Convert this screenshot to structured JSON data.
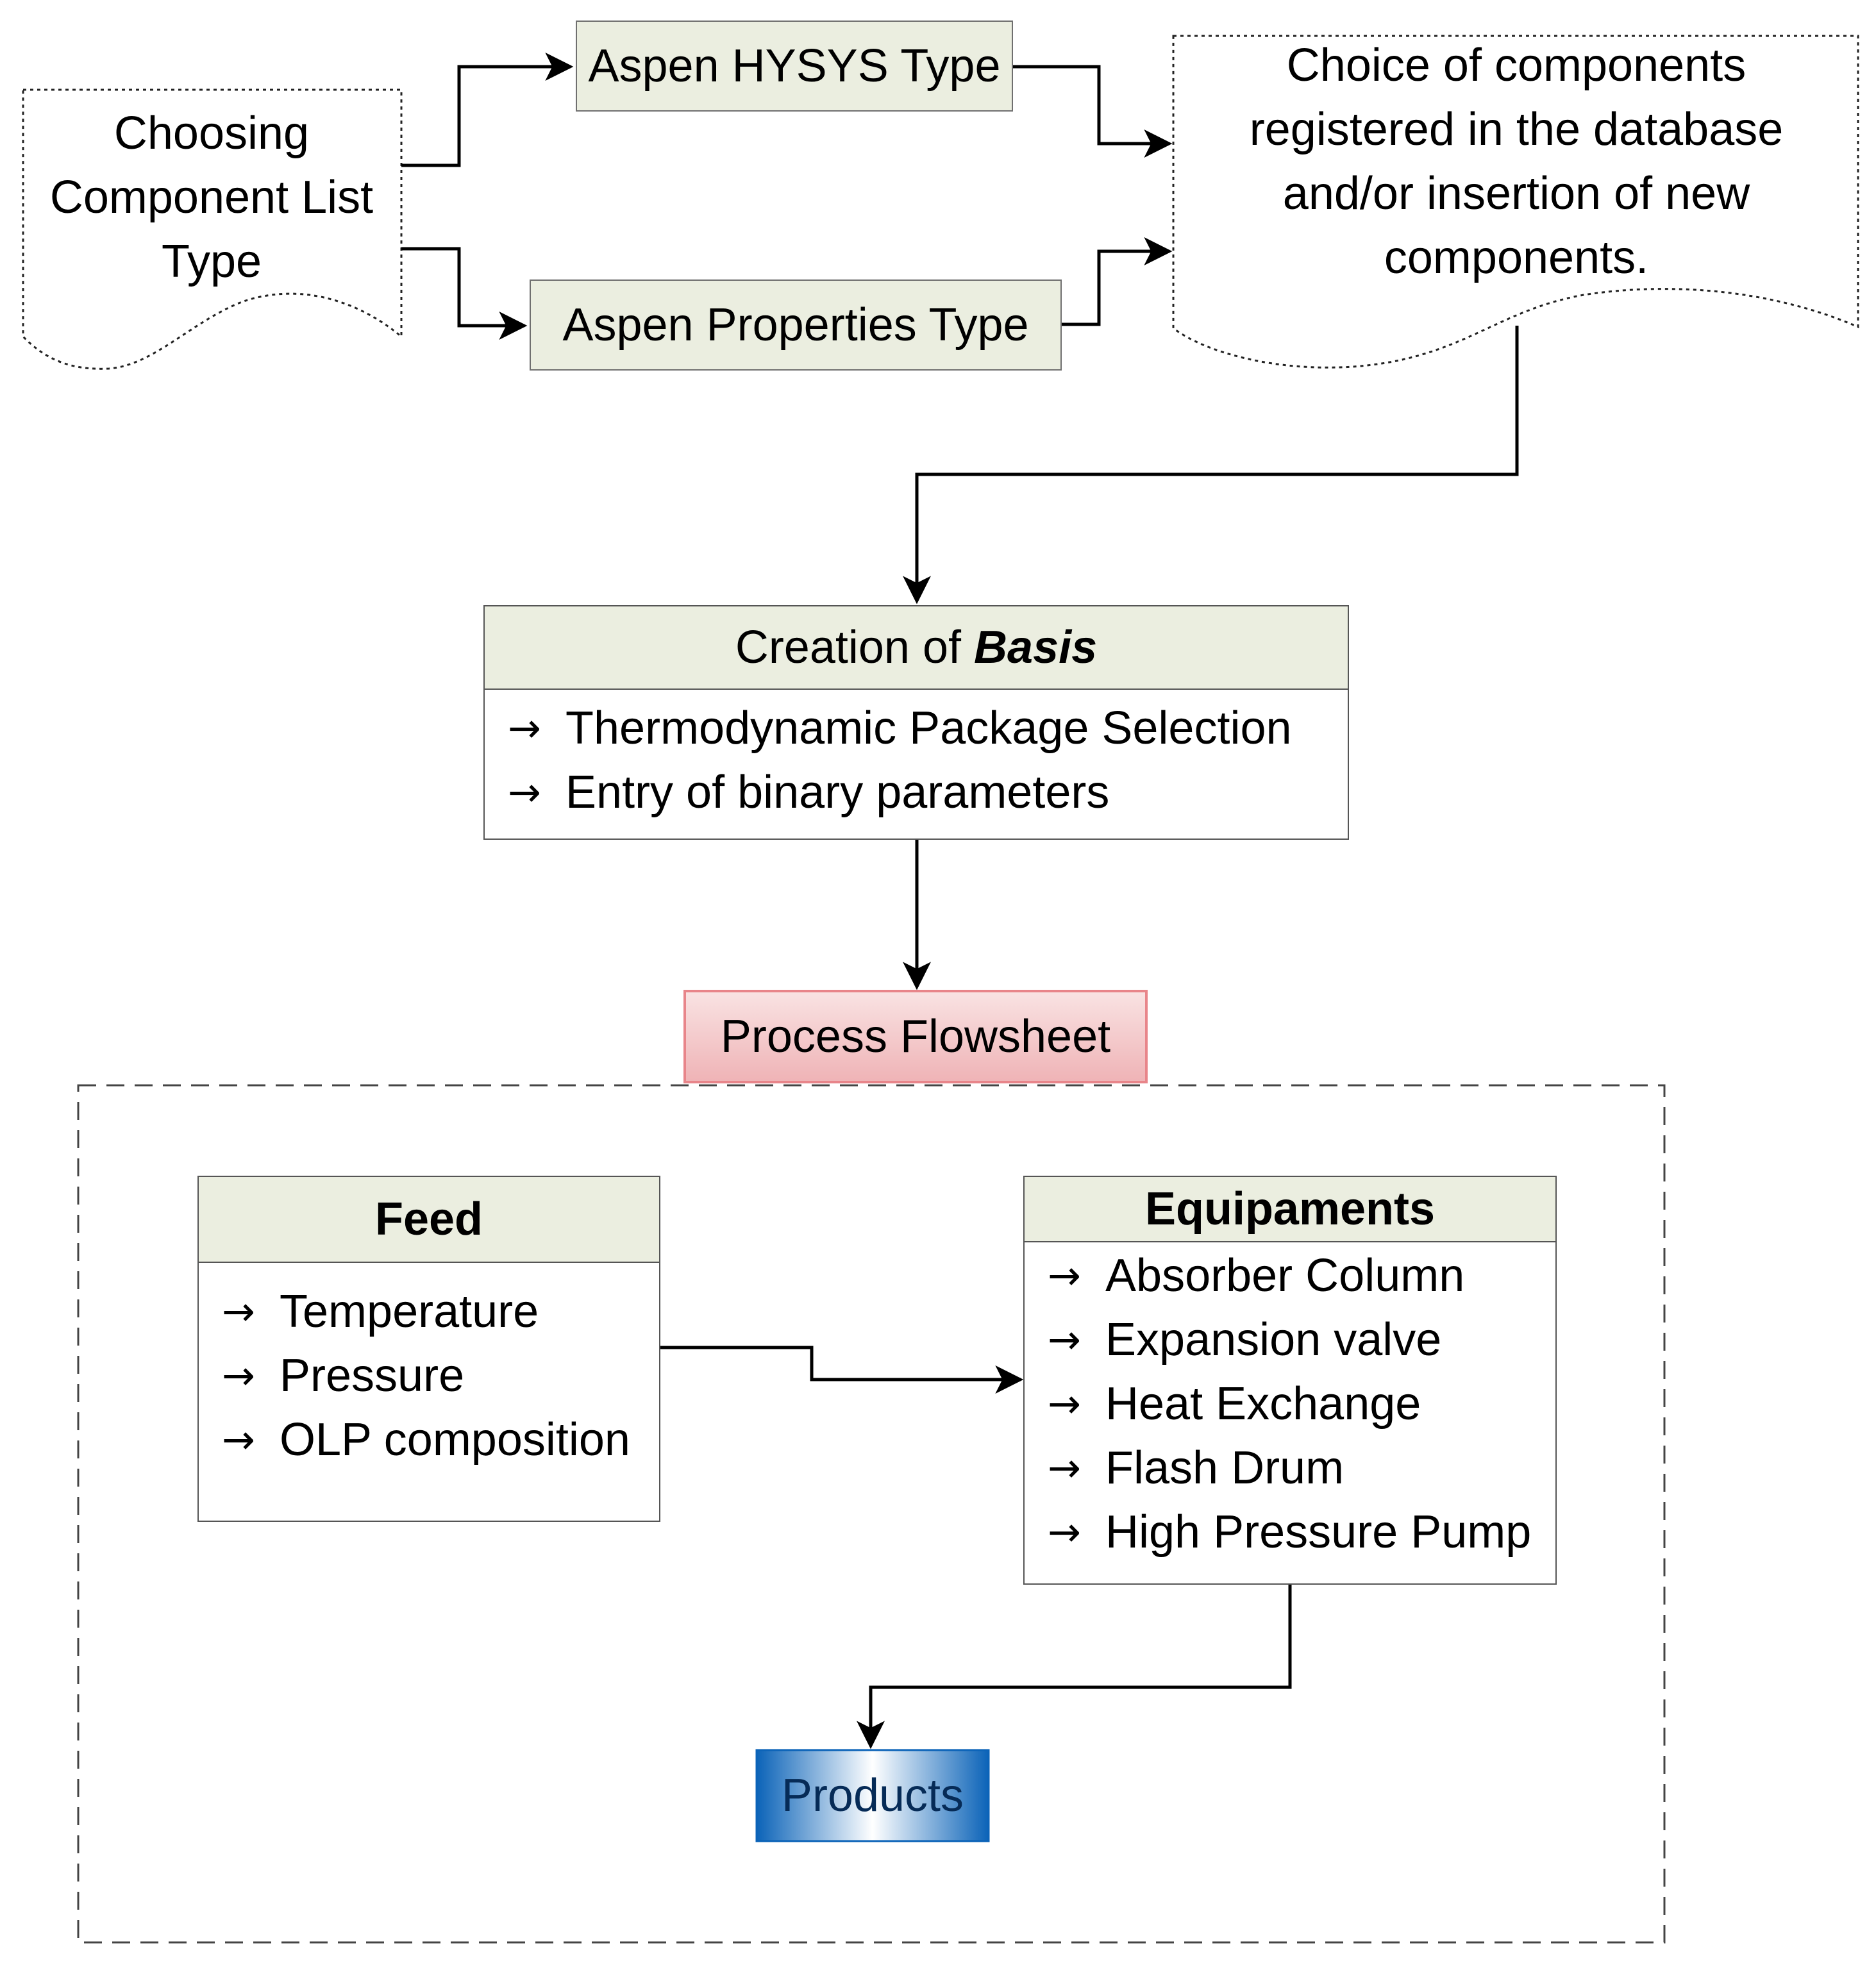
{
  "diagram": {
    "start": {
      "lines": [
        "Choosing",
        "Component List",
        "Type"
      ]
    },
    "hysys": {
      "label": "Aspen HYSYS Type"
    },
    "properties": {
      "label": "Aspen Properties Type"
    },
    "choice": {
      "lines": [
        "Choice of components",
        "registered in the database",
        "and/or insertion of new",
        "components."
      ]
    },
    "basis": {
      "title_prefix": "Creation of ",
      "title_emphasis": "Basis",
      "arrow_icon": "→",
      "items": [
        "Thermodynamic Package Selection",
        "Entry of binary parameters"
      ]
    },
    "flowsheet": {
      "label": "Process Flowsheet"
    },
    "feed": {
      "title": "Feed",
      "items": [
        "Temperature",
        "Pressure",
        "OLP composition"
      ]
    },
    "equipments": {
      "title": "Equipaments",
      "items": [
        "Absorber Column",
        "Expansion valve",
        "Heat Exchange",
        "Flash Drum",
        "High Pressure Pump"
      ]
    },
    "products": {
      "label": "Products"
    }
  },
  "colors": {
    "green_fill": "#ebeee0",
    "flowsheet_fill_top": "#f7dede",
    "flowsheet_border": "#e8858a",
    "products_blue": "#1a6fc1"
  }
}
